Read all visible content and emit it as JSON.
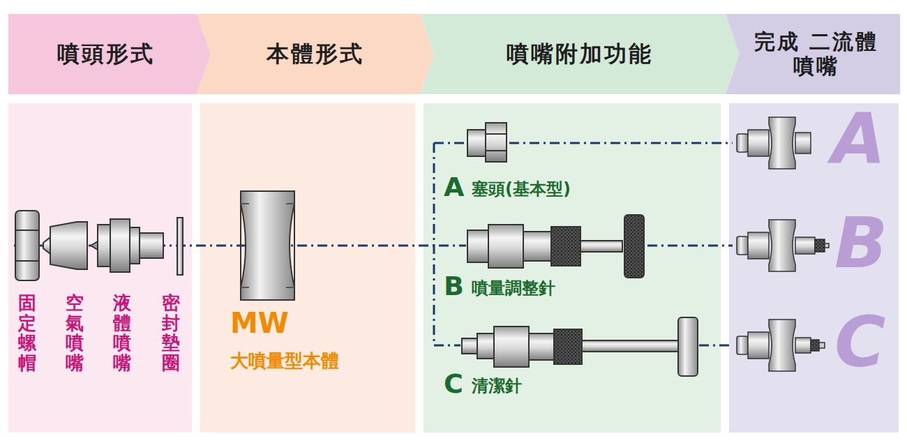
{
  "diagram": {
    "nodes": [
      {
        "text": [
          "噴頭形式"
        ]
      },
      {
        "text": [
          "本體形式"
        ]
      },
      {
        "text": [
          "噴嘴附加功能"
        ]
      },
      {
        "text": [
          "完成 二流體噴嘴"
        ]
      }
    ],
    "labels": [
      "固定螺帽",
      "空氣噴嘴",
      "液體噴嘴",
      "密封墊圈",
      "MW",
      "大噴量型本體",
      "A",
      "塞頭(基本型)",
      "B",
      "噴量調整針",
      "C",
      "清潔針",
      "A",
      "B",
      "C"
    ]
  }
}
